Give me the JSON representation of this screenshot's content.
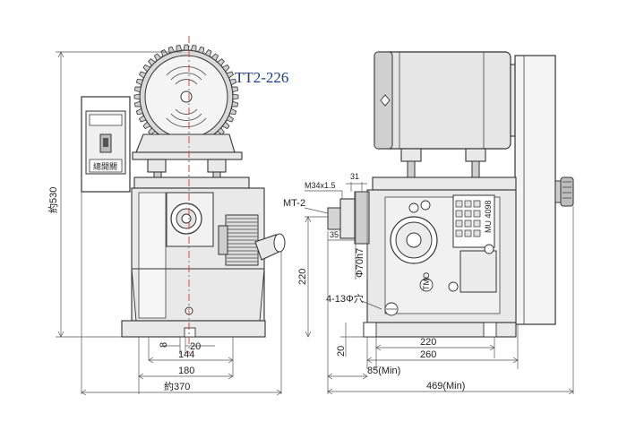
{
  "title": "TT2-226",
  "colors": {
    "title": "#1a3f8f",
    "center_line": "#d24a4a",
    "line": "#333333"
  },
  "front_view": {
    "switch_label": "總開關",
    "height_label": "約530",
    "dims": {
      "a": "8",
      "b": "20",
      "c": "144",
      "d": "180",
      "e": "約370"
    }
  },
  "side_view": {
    "callouts": {
      "thread": "M34x1.5",
      "taper": "MT-2",
      "d31": "31",
      "d35": "35",
      "bore": "Φ70h7",
      "holes": "4-13Φ穴",
      "h220": "220",
      "h20": "20"
    },
    "dims": {
      "w220": "220",
      "w260": "260",
      "min85": "85(Min)",
      "min469": "469(Min)"
    },
    "plate_text": {
      "a": "TMO",
      "b": "MU 4098"
    }
  }
}
